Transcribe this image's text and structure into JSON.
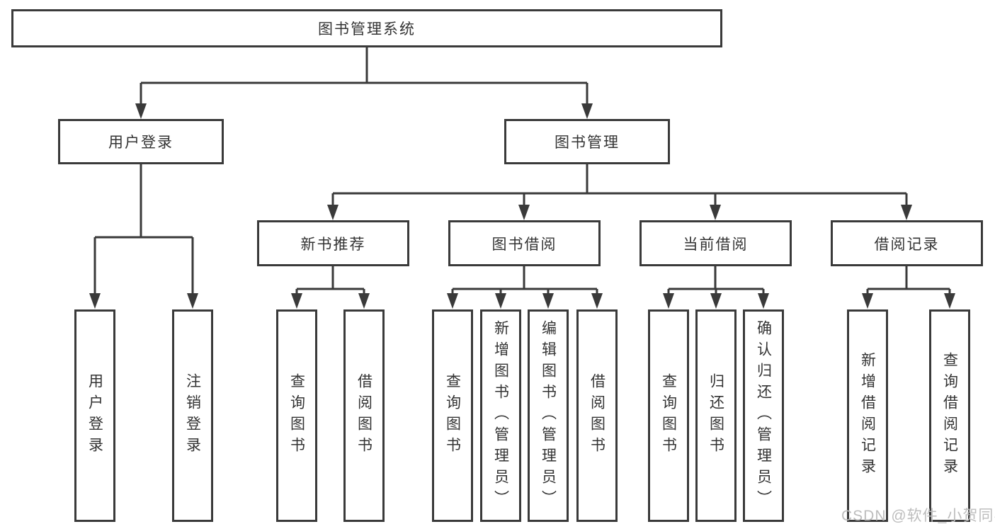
{
  "diagram": {
    "type": "hierarchy",
    "root": {
      "label": "图书管理系统"
    },
    "branches": [
      {
        "label": "用户登录",
        "leaves": [
          {
            "label": "用户登录"
          },
          {
            "label": "注销登录"
          }
        ]
      },
      {
        "label": "图书管理",
        "groups": [
          {
            "label": "新书推荐",
            "leaves": [
              {
                "label": "查询图书"
              },
              {
                "label": "借阅图书"
              }
            ]
          },
          {
            "label": "图书借阅",
            "leaves": [
              {
                "label": "查询图书"
              },
              {
                "label": "新增图书（管理员）"
              },
              {
                "label": "编辑图书（管理员）"
              },
              {
                "label": "借阅图书"
              }
            ]
          },
          {
            "label": "当前借阅",
            "leaves": [
              {
                "label": "查询图书"
              },
              {
                "label": "归还图书"
              },
              {
                "label": "确认归还（管理员）"
              }
            ]
          },
          {
            "label": "借阅记录",
            "leaves": [
              {
                "label": "新增借阅记录"
              },
              {
                "label": "查询借阅记录"
              }
            ]
          }
        ]
      }
    ]
  },
  "watermark": {
    "text": "CSDN @软件_小贺同学"
  },
  "colors": {
    "background": "#ffffff",
    "line": "#3a3a3a",
    "box_border": "#3a3a3a",
    "text": "#333333",
    "watermark": "#bdbdbd"
  }
}
